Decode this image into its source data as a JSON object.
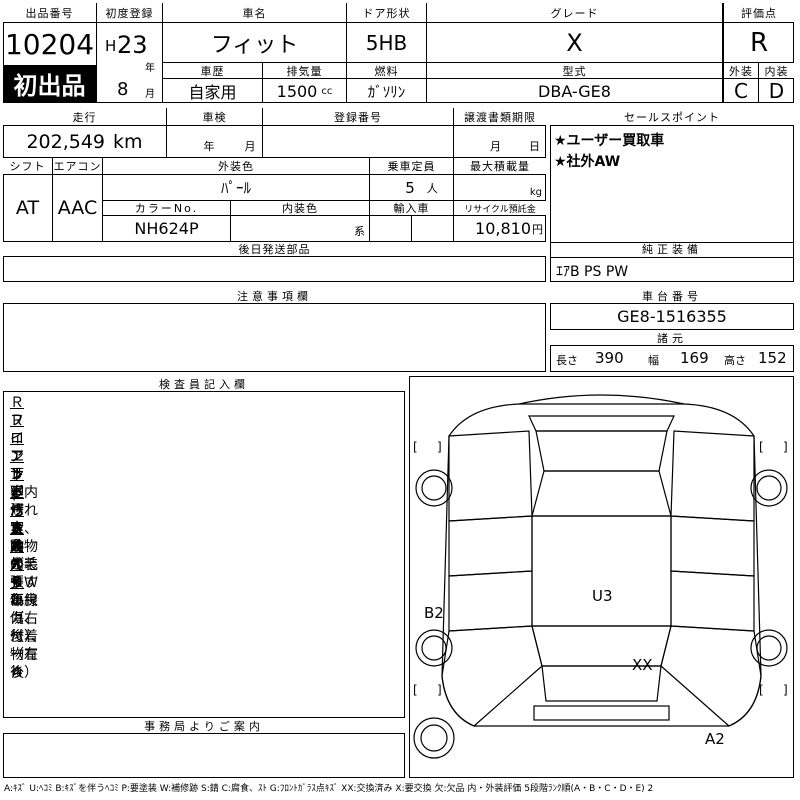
{
  "header": {
    "lot_no_label": "出品番号",
    "lot_no": "10204",
    "first_listing_badge": "初出品",
    "first_reg_label": "初度登録",
    "era": "H",
    "year": "23",
    "year_unit": "年",
    "month": "8",
    "month_unit": "月",
    "car_name_label": "車名",
    "car_name": "フィット",
    "door_label": "ドア形状",
    "door": "5HB",
    "grade_label": "グレード",
    "grade": "X",
    "score_label": "評価点",
    "score": "R",
    "history_label": "車歴",
    "history": "自家用",
    "displacement_label": "排気量",
    "displacement": "1500",
    "displacement_unit": "cc",
    "fuel_label": "燃料",
    "fuel": "ｶﾞｿﾘﾝ",
    "model_label": "型式",
    "model": "DBA-GE8",
    "exterior_label": "外装",
    "exterior": "C",
    "interior_label": "内装",
    "interior": "D"
  },
  "row2": {
    "mileage_label": "走行",
    "mileage": "202,549",
    "mileage_unit": "km",
    "inspection_label": "車検",
    "inspection_year_unit": "年",
    "inspection_month_unit": "月",
    "reg_no_label": "登録番号",
    "transfer_label": "譲渡書類期限",
    "transfer_month_unit": "月",
    "transfer_day_unit": "日",
    "sales_label": "セールスポイント",
    "sales_points": [
      "★ユーザー買取車",
      "★社外AW"
    ]
  },
  "row3": {
    "shift_label": "シフト",
    "shift": "AT",
    "ac_label": "エアコン",
    "ac": "AAC",
    "color_label": "外装色",
    "color": "ﾊﾟｰﾙ",
    "capacity_label": "乗車定員",
    "capacity": "5",
    "capacity_unit": "人",
    "load_label": "最大積載量",
    "load_unit": "kg",
    "color_no_label": "カラーNo.",
    "color_no": "NH624P",
    "int_color_label": "内装色",
    "int_color_suffix": "系",
    "import_label": "輸入車",
    "recycle_label": "リサイクル預託金",
    "recycle": "10,810",
    "recycle_unit": "円"
  },
  "later_parts_label": "後日発送部品",
  "genuine_label": "純正装備",
  "genuine": "ｴｱB PS PW",
  "caution_label": "注意事項欄",
  "chassis_label": "車台番号",
  "chassis": "GE8-1516355",
  "dims_label": "諸元",
  "dims": {
    "length_label": "長さ",
    "length": "390",
    "width_label": "幅",
    "width": "169",
    "height_label": "高さ",
    "height": "152"
  },
  "inspector_label": "検査員記入欄",
  "inspector_notes": [
    "Ｒフロアｂｐ",
    "Ｒインナー修正跡",
    "ロアサポート曲がり",
    "エンドパネルＸＸ",
    "下廻りＳ大",
    "室内汚れ大、動物の毛",
    "ハンドルすれ",
    "室内内張傷",
    "ホイールカバーＡ",
    "外装うすい線傷、付着物有り",
    "ＰＷ不良（右後）、（左後）"
  ],
  "office_label": "事務局よりご案内",
  "diagram_marks": {
    "u3": "U3",
    "b2": "B2",
    "xx": "XX",
    "a2": "A2"
  },
  "legend": "A:ｷｽﾞ U:ﾍｺﾐ B:ｷｽﾞを伴うﾍｺﾐ P:要塗装 W:補修跡 S:錆 C:腐食、ｽﾄ G:ﾌﾛﾝﾄｶﾞﾗｽ点ｷｽﾞ XX:交換済み X:要交換 欠:欠品 内・外装評価 5段階ﾗﾝｸ順(A・B・C・D・E) 2"
}
